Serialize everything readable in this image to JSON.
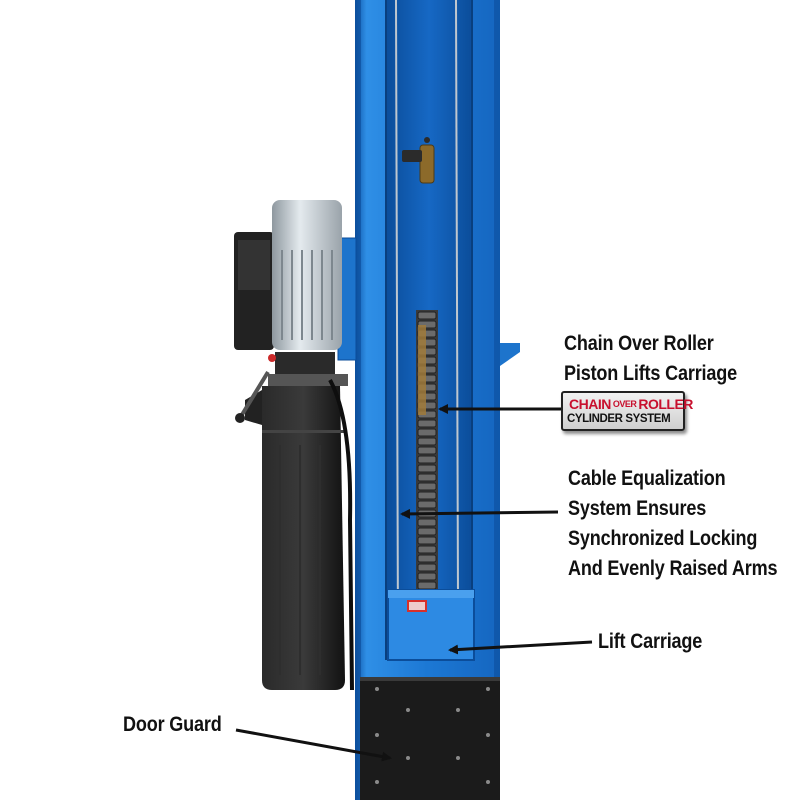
{
  "callouts": {
    "chain_over_roller": [
      "Chain Over Roller",
      "Piston Lifts Carriage"
    ],
    "cable_equalization": [
      "Cable Equalization",
      "System Ensures",
      "Synchronized Locking",
      "And Evenly Raised Arms"
    ],
    "lift_carriage": "Lift Carriage",
    "door_guard": "Door Guard"
  },
  "badge": {
    "line1_a": "CHAIN",
    "line1_b": "OVER",
    "line1_c": "ROLLER",
    "line2": "CYLINDER SYSTEM"
  },
  "colors": {
    "column_blue": "#1f7fd9",
    "column_dark": "#0f5bb0",
    "motor_silver": "#c9d2d8",
    "reservoir_black": "#1a1a1a",
    "badge_red": "#c8102e"
  }
}
